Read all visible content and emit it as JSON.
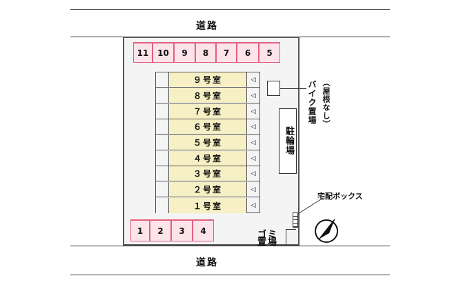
{
  "roads": {
    "top": "道路",
    "bottom": "道路"
  },
  "parking_top": [
    "11",
    "10",
    "9",
    "8",
    "7",
    "6",
    "5"
  ],
  "parking_bottom": [
    "1",
    "2",
    "3",
    "4"
  ],
  "rooms": [
    "９号室",
    "８号室",
    "７号室",
    "６号室",
    "５号室",
    "４号室",
    "３号室",
    "２号室",
    "１号室"
  ],
  "door_symbol": "◁",
  "labels": {
    "bike_parking_note": "（屋根なし）",
    "bike_parking": "バイク置場",
    "bicycle_parking": "駐輪場",
    "delivery_box": "宅配ボックス",
    "garbage_1": "ゴミ",
    "garbage_2": "置場"
  },
  "colors": {
    "parking_fill": "#fde3ea",
    "parking_border": "#e0607e",
    "room_fill": "#f7f0c4"
  },
  "icons": {
    "compass": "north-arrow-icon"
  }
}
